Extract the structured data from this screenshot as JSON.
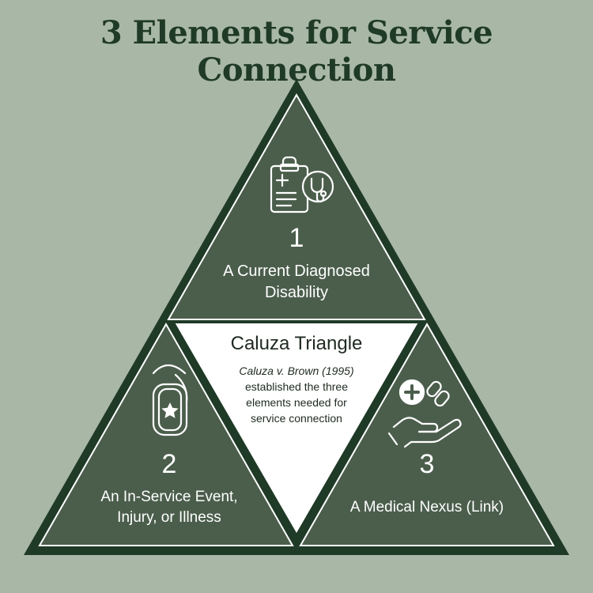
{
  "title": "3 Elements for Service Connection",
  "colors": {
    "background": "#a9b8a6",
    "triangle_outer": "#1f3a26",
    "panel_fill": "#4b5e4c",
    "outline": "#ffffff",
    "center_fill": "#ffffff",
    "title_text": "#1f3a26",
    "center_text": "#1f2a20"
  },
  "sections": [
    {
      "number": "1",
      "line1": "A Current Diagnosed",
      "line2": "Disability",
      "icon": "clipboard-stethoscope-icon"
    },
    {
      "number": "2",
      "line1": "An In-Service Event,",
      "line2": "Injury, or Illness",
      "icon": "dog-tag-star-icon"
    },
    {
      "number": "3",
      "line1": "A Medical Nexus (Link)",
      "icon": "hand-medical-link-icon"
    }
  ],
  "center": {
    "title": "Caluza Triangle",
    "case": "Caluza v. Brown (1995)",
    "line1": "established the three",
    "line2": "elements needed for",
    "line3": "service connection"
  }
}
